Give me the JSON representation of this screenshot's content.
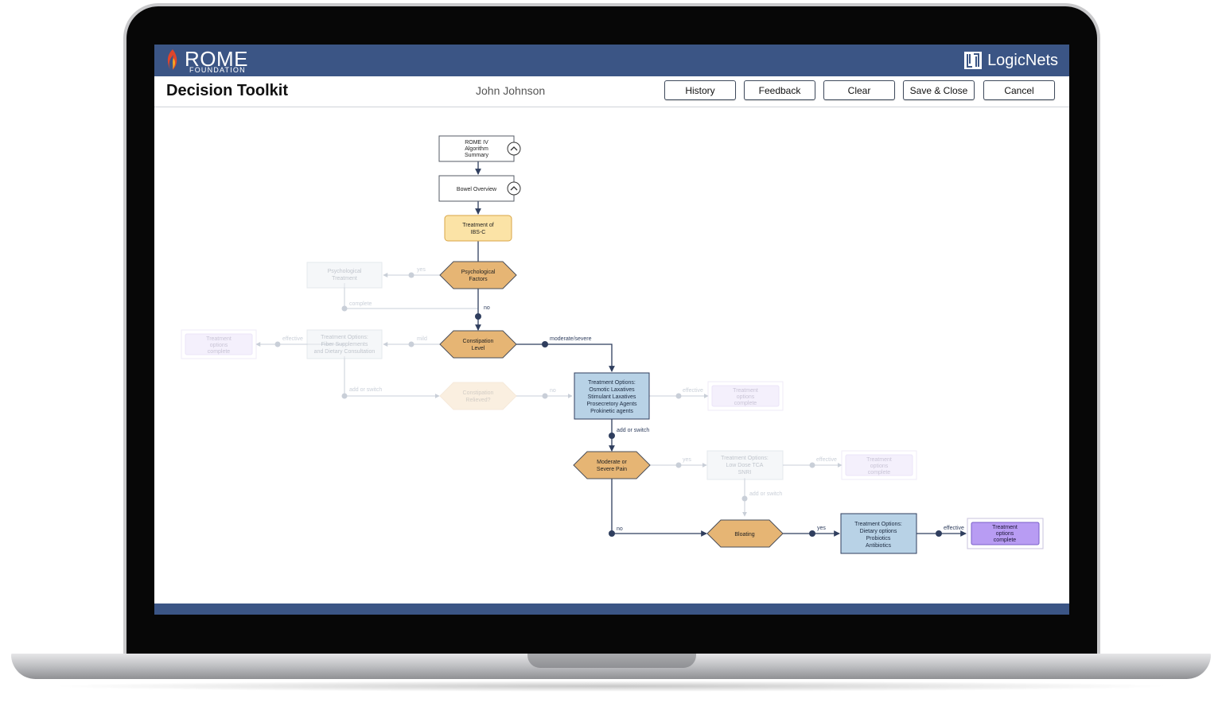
{
  "header": {
    "brand_title": "ROME",
    "brand_subtitle": "FOUNDATION",
    "partner_name": "LogicNets"
  },
  "toolbar": {
    "title": "Decision Toolkit",
    "user": "John Johnson",
    "buttons": {
      "history": "History",
      "feedback": "Feedback",
      "clear": "Clear",
      "save_close": "Save & Close",
      "cancel": "Cancel"
    }
  },
  "flow": {
    "nodes": {
      "summary": [
        "ROME IV",
        "Algorithm",
        "Summary"
      ],
      "bowel": [
        "Bowel Overview"
      ],
      "treatment_ibsc": [
        "Treatment of",
        "IBS-C"
      ],
      "psych_factors": [
        "Psychological",
        "Factors"
      ],
      "psych_treatment": [
        "Psychological",
        "Treatment"
      ],
      "constipation_level": [
        "Constipation",
        "Level"
      ],
      "fiber_options": [
        "Treatment Options:",
        "Fiber Supplements",
        "and Dietary Consultation"
      ],
      "complete_left": [
        "Treatment",
        "options",
        "complete"
      ],
      "relieved": [
        "Constipation",
        "Relieved?"
      ],
      "laxatives": [
        "Treatment Options:",
        "Osmotic Laxatives",
        "Stimulant Laxatives",
        "Prosecretory Agents",
        "Prokinetic agents"
      ],
      "complete_mid": [
        "Treatment",
        "options",
        "complete"
      ],
      "pain": [
        "Moderate or",
        "Severe Pain"
      ],
      "tca": [
        "Treatment Options:",
        "Low Dose TCA",
        "SNRI"
      ],
      "complete_pain": [
        "Treatment",
        "options",
        "complete"
      ],
      "bloating": [
        "Bloating"
      ],
      "dietary": [
        "Treatment Options:",
        "Dietary options",
        "Probiotics",
        "Antibiotics"
      ],
      "complete_final": [
        "Treatment",
        "options",
        "complete"
      ]
    },
    "edge_labels": {
      "psych_yes": "yes",
      "psych_complete": "complete",
      "psych_no": "no",
      "mild": "mild",
      "fiber_effective": "effective",
      "fiber_add_switch": "add or switch",
      "moderate_severe": "moderate/severe",
      "relieved_no": "no",
      "laxatives_effective": "effective",
      "laxatives_add_switch": "add or switch",
      "pain_yes": "yes",
      "tca_effective": "effective",
      "tca_add_switch": "add or switch",
      "pain_no": "no",
      "bloating_yes": "yes",
      "dietary_effective": "effective"
    }
  },
  "colors": {
    "brand_blue": "#3b5585",
    "hexagon_fill": "#e6b574",
    "ibsc_fill": "#fbe3a6",
    "options_fill": "#b8d2e6",
    "complete_fill": "#b89cf3",
    "edge": "#2f3e5e"
  }
}
